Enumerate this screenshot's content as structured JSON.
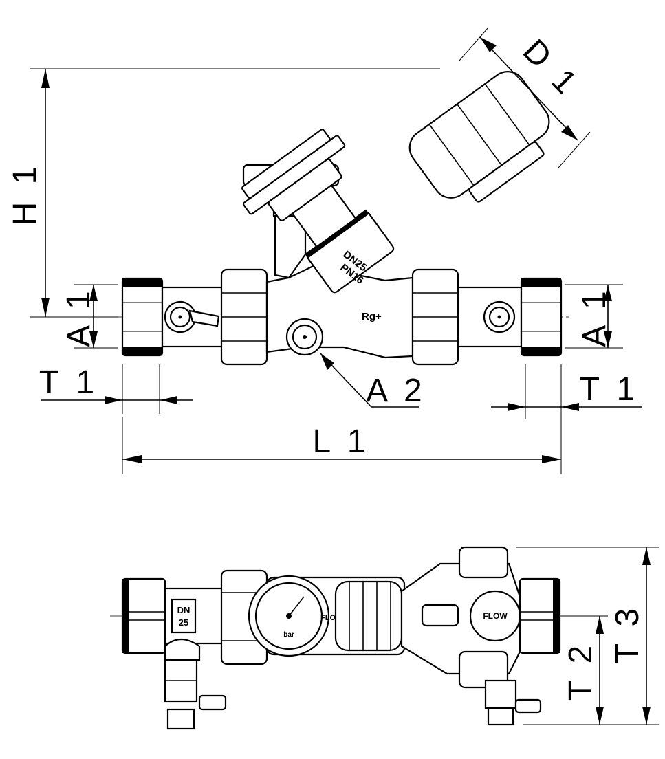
{
  "dimensions": {
    "H1": "H 1",
    "D1": "D 1",
    "A1_left": "A 1",
    "A1_right": "A 1",
    "T1_left": "T 1",
    "T1_right": "T 1",
    "A2": "A 2",
    "L1": "L 1",
    "T2": "T 2",
    "T3": "T 3"
  },
  "markings": {
    "dn_upper": "DN25",
    "pn_upper": "PN16",
    "material": "Rg+",
    "dn_lower": "DN",
    "dn_lower_value": "25",
    "flow_logo": "FLOW",
    "gauge_unit": "bar"
  }
}
